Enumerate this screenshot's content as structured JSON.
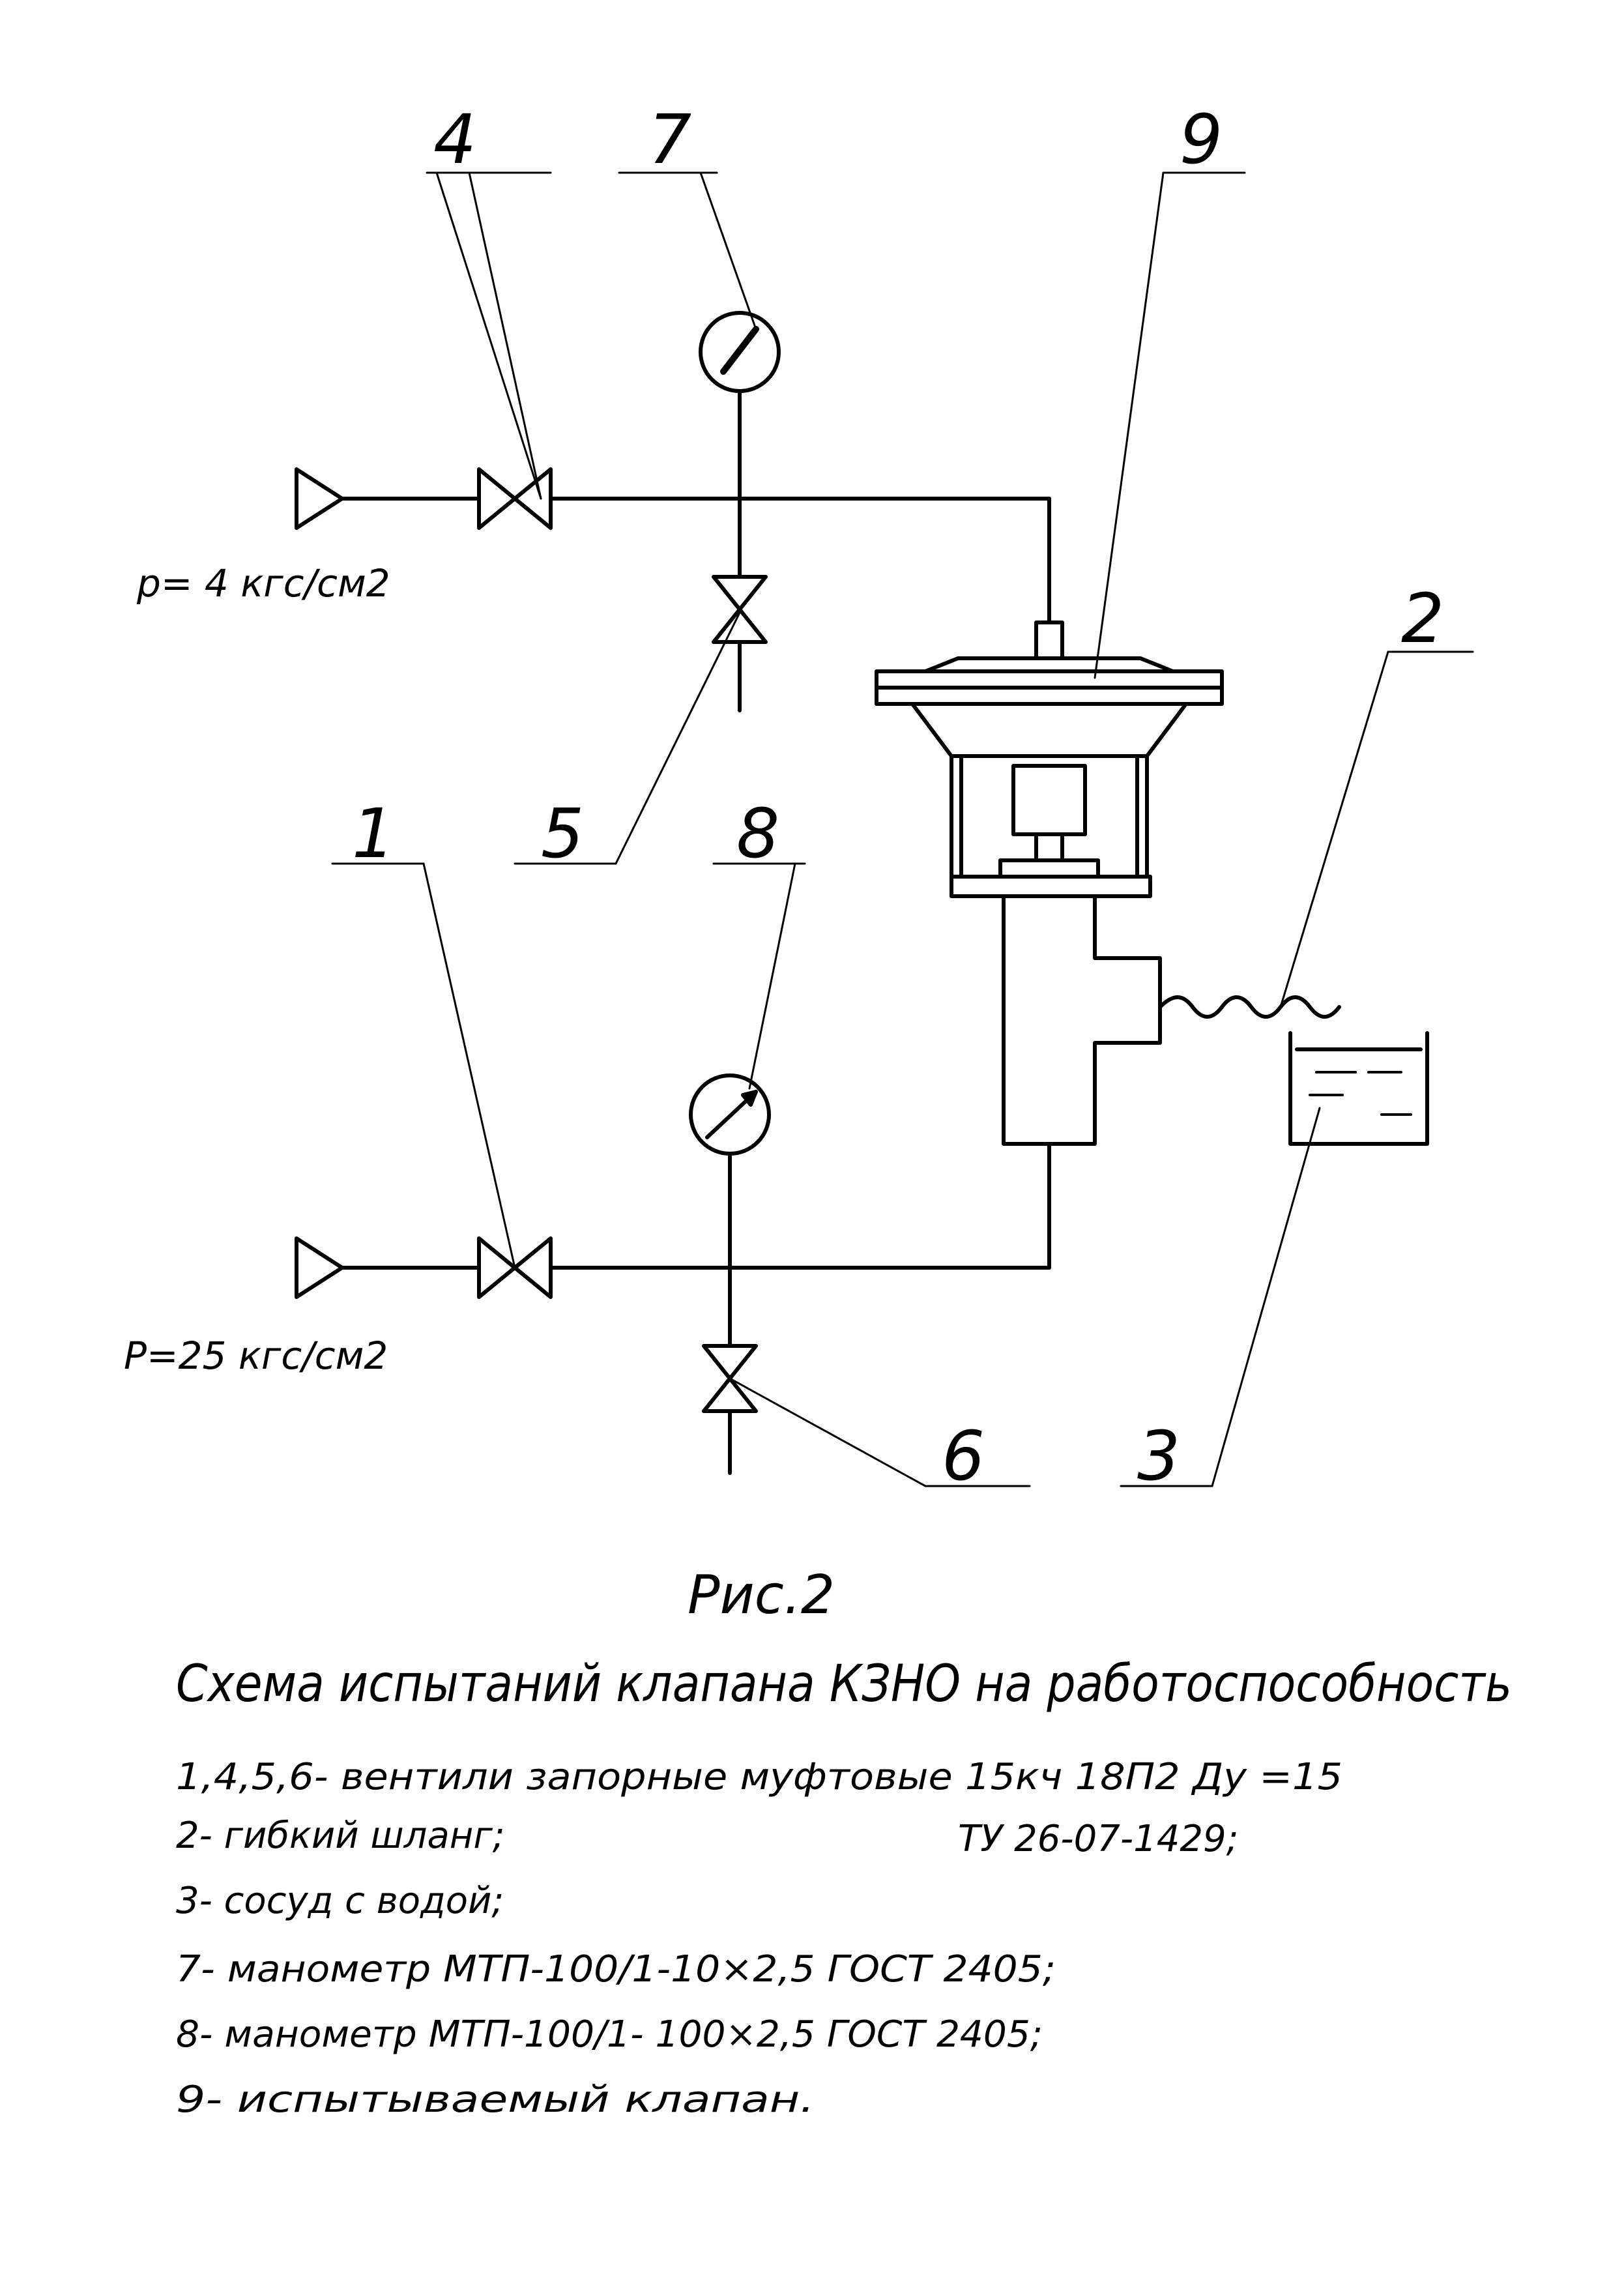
{
  "callouts": {
    "c1": "1",
    "c2": "2",
    "c3": "3",
    "c4": "4",
    "c5": "5",
    "c6": "6",
    "c7": "7",
    "c8": "8",
    "c9": "9"
  },
  "pressures": {
    "upper": "p= 4 кгс/см2",
    "lower": "P=25 кгс/см2"
  },
  "caption": {
    "figure": "Рис.2",
    "title": "Схема испытаний клапана КЗНО на работоспособность"
  },
  "legend": {
    "l1": "1,4,5,6- вентили запорные муфтовые 15кч 18П2 Ду =15",
    "l1b": "ТУ 26-07-1429;",
    "l2": "2- гибкий шланг;",
    "l3": "3- сосуд с водой;",
    "l4": "7- манометр МТП-100/1-10×2,5 ГОСТ 2405;",
    "l5": "8- манометр МТП-100/1- 100×2,5 ГОСТ 2405;",
    "l6": "9- испытываемый клапан."
  },
  "colors": {
    "ink": "#000000",
    "paper": "#ffffff"
  }
}
